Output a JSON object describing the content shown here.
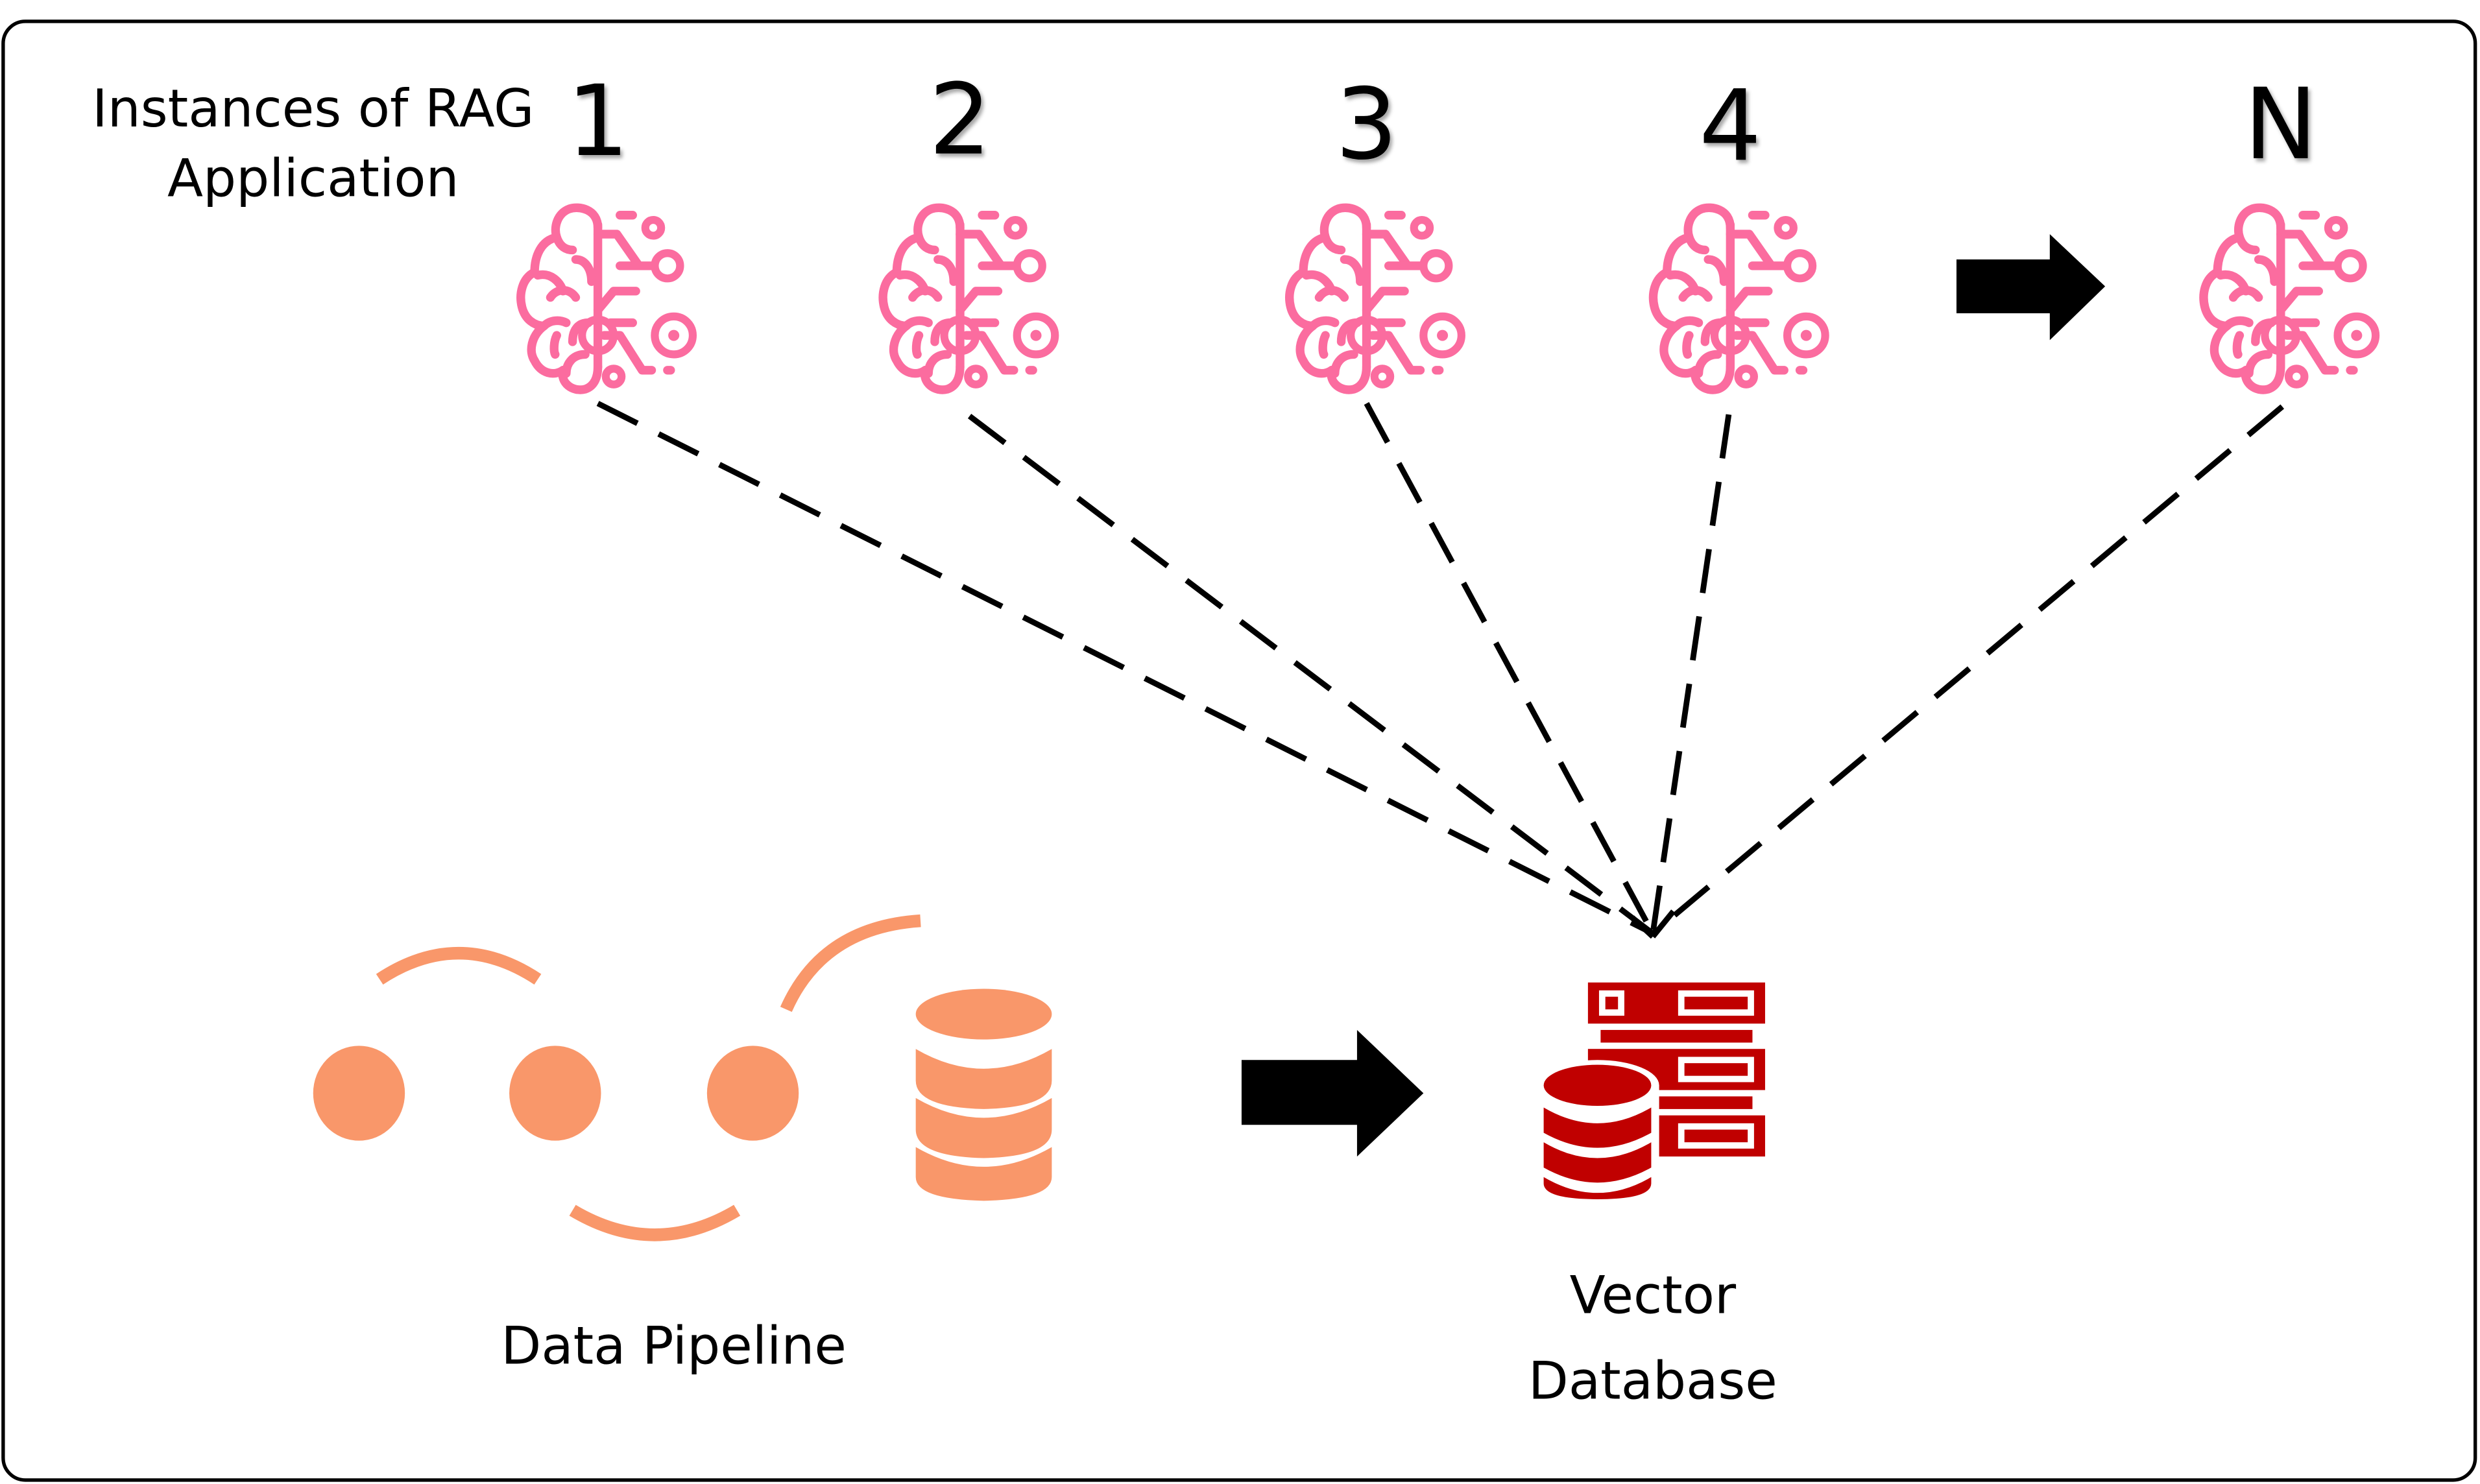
{
  "diagram": {
    "header_label": [
      "Instances of RAG",
      "Application"
    ],
    "instances": [
      {
        "label": "1",
        "icon": "brain-circuit-icon"
      },
      {
        "label": "2",
        "icon": "brain-circuit-icon"
      },
      {
        "label": "3",
        "icon": "brain-circuit-icon"
      },
      {
        "label": "4",
        "icon": "brain-circuit-icon"
      },
      {
        "label": "N",
        "icon": "brain-circuit-icon"
      }
    ],
    "continuation_arrow": "right-arrow-icon",
    "pipeline": {
      "label": "Data Pipeline",
      "icon": "data-pipeline-icon"
    },
    "pipeline_to_db_arrow": "right-arrow-icon",
    "vector_db": {
      "label": [
        "Vector",
        "Database"
      ],
      "icon": "server-database-icon"
    },
    "connections": [
      {
        "from": "1",
        "to": "vector_db",
        "style": "dashed-arrow"
      },
      {
        "from": "2",
        "to": "vector_db",
        "style": "dashed-arrow"
      },
      {
        "from": "3",
        "to": "vector_db",
        "style": "dashed-arrow"
      },
      {
        "from": "4",
        "to": "vector_db",
        "style": "dashed-arrow"
      },
      {
        "from": "N",
        "to": "vector_db",
        "style": "dashed-arrow"
      }
    ],
    "colors": {
      "brain": "#FB6C9F",
      "pipeline": "#F9976A",
      "vector_db": "#C00000",
      "frame": "#000000",
      "arrow": "#000000"
    }
  }
}
